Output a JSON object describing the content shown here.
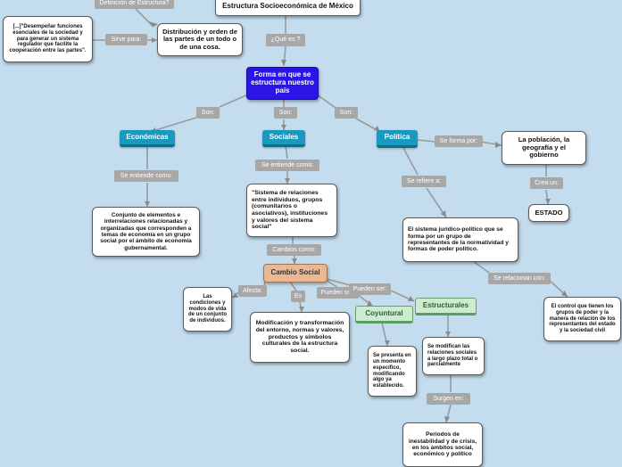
{
  "title": "Estructura Socioeconómica de México",
  "root": "Forma en que se estructura nuestro país",
  "definition_label": "Definición de Estructura?",
  "definition": "Distribución y orden de las partes de un todo o de una cosa.",
  "serves_label": "Sirve para:",
  "purpose": "[...]\"Desempeñar funciones esenciales de la sociedad y para generar un sistema regulador que facilite la cooperación entre las partes\".",
  "what_is_label": "¿Qué es ?",
  "branch_labels": [
    "Son:",
    "Son:",
    "Son:"
  ],
  "economicas": {
    "title": "Económicas",
    "link": "Se entiende como:",
    "text": "Conjunto de elementos e interrelaciones relacionadas y organizadas que corresponden a temas de economía en un grupo social por el ámbito de economía gubernamental."
  },
  "sociales": {
    "title": "Sociales",
    "link": "Se entiende como:",
    "text": "\"Sistema de relaciones entre individuos, grupos (comunitarios o asociativos), instituciones y valores del sistema social\"",
    "change_link": "Cambios como:",
    "change": "Cambio Social",
    "affects_label": "Afecta:",
    "affects": "Las condiciones y modos de vida de un conjunto de individuos.",
    "is_label": "Es",
    "is": "Modificación y transformación del entorno, normas y valores, productos y símbolos culturales de la estructura social.",
    "can_be_label_1": "Pueden ser:",
    "can_be_label_2": "Pueden ser:",
    "coyuntural": "Coyuntural",
    "coyuntural_text": "Se presenta en un momento específico, modificando algo ya establecido.",
    "estructurales": "Estructurales",
    "estructurales_text": "Se modifican las relaciones sociales a largo plazo total o parcialmente",
    "arise_label": "Surgen en:",
    "arise": "Periodos de inestabilidad y de crisis, en los ámbitos social, económico y político"
  },
  "politica": {
    "title": "Política",
    "forms_label": "Se forma por:",
    "forms": "La población, la geografía y el gobierno",
    "creates_label": "Crea un:",
    "state": "ESTADO",
    "refers_label": "Se refiere a:",
    "refers": "El sistema jurídico-político que se forma por un grupo de representantes de la normatividad y formas de poder político.",
    "relates_label": "Se relacionan con:",
    "relates": "El control que tienen los grupos de poder y la manera de relación de los representantes del estado y la sociedad civil"
  }
}
